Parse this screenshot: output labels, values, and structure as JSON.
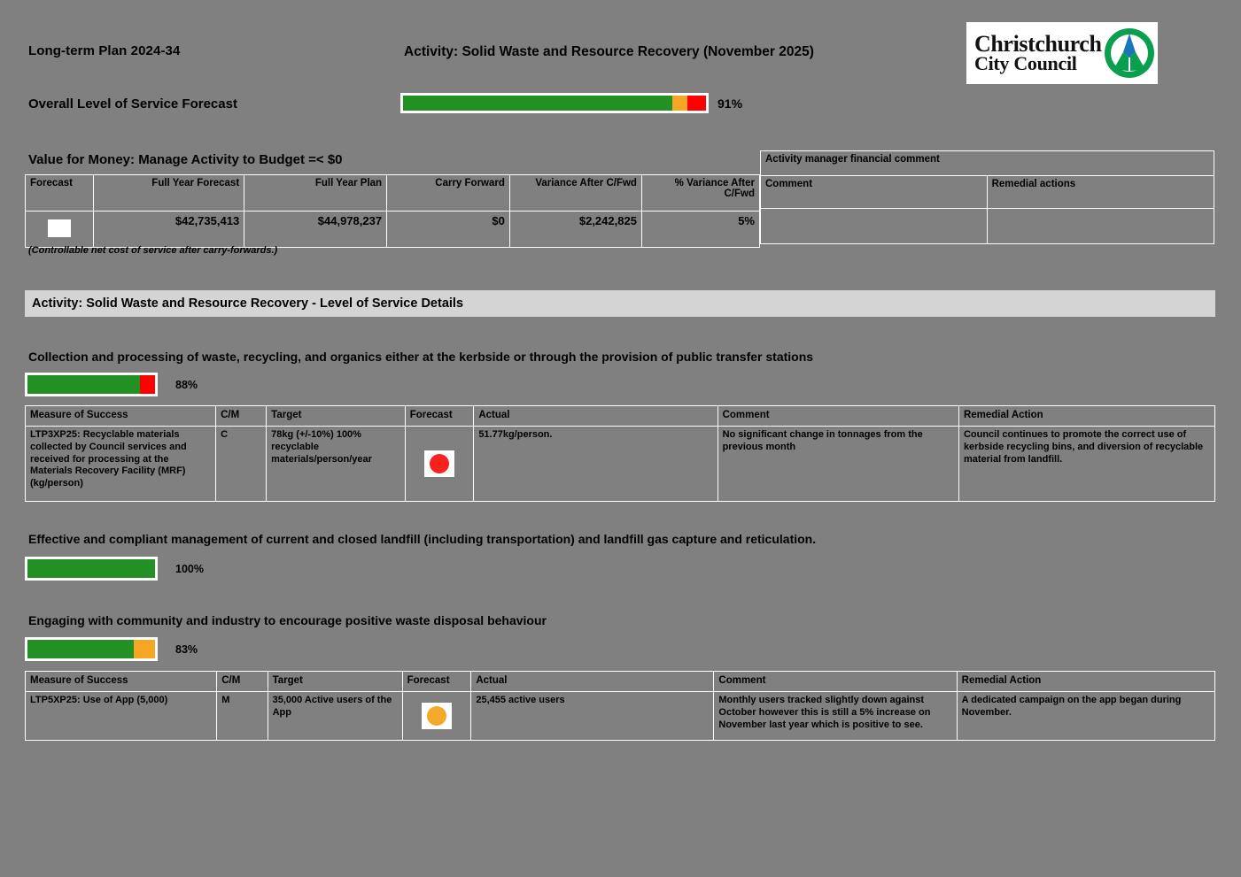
{
  "header": {
    "plan": "Long-term Plan 2024-34",
    "activity_title": "Activity: Solid Waste and Resource Recovery (November 2025)",
    "logo_line1": "Christchurch",
    "logo_line2": "City Council",
    "logo_mark": "ccc-crest-icon"
  },
  "overall": {
    "label": "Overall Level of Service Forecast",
    "percent_label": "91%",
    "segments": [
      {
        "color": "#229022",
        "width_pct": 89
      },
      {
        "color": "#f5a623",
        "width_pct": 5
      },
      {
        "color": "#ff0000",
        "width_pct": 6
      }
    ]
  },
  "value_for_money": {
    "title": "Value for Money: Manage Activity to Budget =< $0",
    "columns": [
      "Forecast",
      "Full Year Forecast",
      "Full Year Plan",
      "Carry Forward",
      "Variance After C/Fwd",
      "% Variance After C/Fwd"
    ],
    "row": {
      "forecast_status": "green",
      "full_year_forecast": "$42,735,413",
      "full_year_plan": "$44,978,237",
      "carry_forward": "$0",
      "variance_after_cfwd": "$2,242,825",
      "pct_variance_after_cfwd": "5%"
    },
    "note": "(Controllable net cost of service after carry-forwards.)"
  },
  "activity_manager": {
    "title": "Activity manager financial comment",
    "columns": [
      "Comment",
      "Remedial actions"
    ],
    "comment": "",
    "remedial_actions": ""
  },
  "los_band": {
    "title": "Activity: Solid Waste and Resource Recovery - Level of Service Details"
  },
  "sections": [
    {
      "title": "Collection and processing of waste, recycling, and organics either at the kerbside or through the provision of public transfer stations",
      "percent_label": "88%",
      "segments": [
        {
          "color": "#229022",
          "width_pct": 88
        },
        {
          "color": "#ff0000",
          "width_pct": 12
        }
      ],
      "table": {
        "columns": [
          "Measure of Success",
          "C/M",
          "Target",
          "Forecast",
          "Actual",
          "Comment",
          "Remedial Action"
        ],
        "rows": [
          {
            "measure": "LTP3XP25: Recyclable materials collected by Council services and received for processing at the Materials Recovery Facility (MRF) (kg/person)",
            "cm": "C",
            "target": "78kg (+/-10%) 100% recyclable materials/person/year",
            "forecast_status": "red",
            "actual": "51.77kg/person.",
            "comment": "No significant change in tonnages from the previous month",
            "remedial": "Council continues to promote the correct use of kerbside recycling bins, and diversion of recyclable material from landfill."
          }
        ]
      }
    },
    {
      "title": "Effective and compliant management of current and closed landfill (including transportation) and landfill gas capture and reticulation.",
      "percent_label": "100%",
      "segments": [
        {
          "color": "#229022",
          "width_pct": 100
        }
      ],
      "table": null
    },
    {
      "title": "Engaging with community and industry to encourage positive waste disposal behaviour",
      "percent_label": "83%",
      "segments": [
        {
          "color": "#229022",
          "width_pct": 83
        },
        {
          "color": "#f5a623",
          "width_pct": 17
        }
      ],
      "table": {
        "columns": [
          "Measure of Success",
          "C/M",
          "Target",
          "Forecast",
          "Actual",
          "Comment",
          "Remedial Action"
        ],
        "rows": [
          {
            "measure": "LTP5XP25: Use of App (5,000)",
            "cm": "M",
            "target": "35,000 Active users of the App",
            "forecast_status": "amber",
            "actual": "25,455 active users",
            "comment": "Monthly users tracked slightly down against October however this is still a 5% increase on November last year which is positive to see.",
            "remedial": "A dedicated campaign on the app began during November."
          }
        ]
      }
    }
  ]
}
